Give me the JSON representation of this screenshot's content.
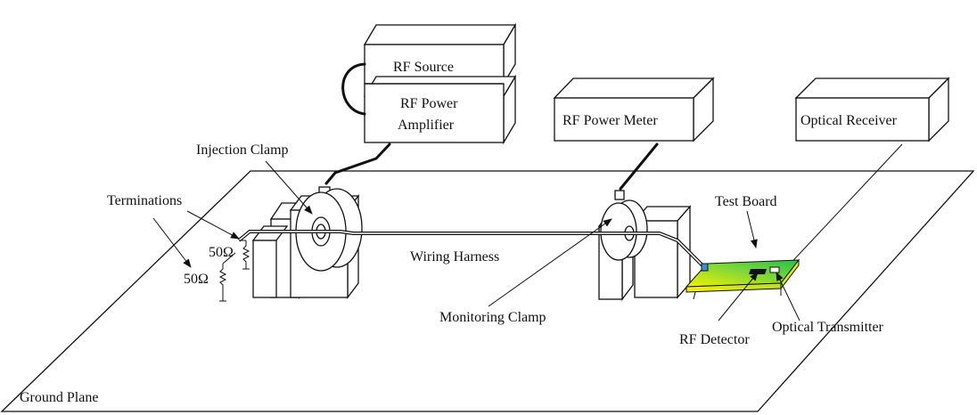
{
  "labels": {
    "rf_source": "RF Source",
    "rf_amp_line1": "RF Power",
    "rf_amp_line2": "Amplifier",
    "rf_power_meter": "RF Power Meter",
    "optical_receiver": "Optical Receiver",
    "injection_clamp": "Injection Clamp",
    "terminations": "Terminations",
    "test_board": "Test Board",
    "wiring_harness": "Wiring Harness",
    "ohm_upper": "50Ω",
    "ohm_lower": "50Ω",
    "monitoring_clamp": "Monitoring Clamp",
    "rf_detector": "RF Detector",
    "optical_transmitter": "Optical Transmitter",
    "ground_plane": "Ground Plane"
  },
  "colors": {
    "outline": "#111111",
    "board_light": "#f2f200",
    "board_green": "#22c24a",
    "connector_blue": "#3a8fd8"
  }
}
